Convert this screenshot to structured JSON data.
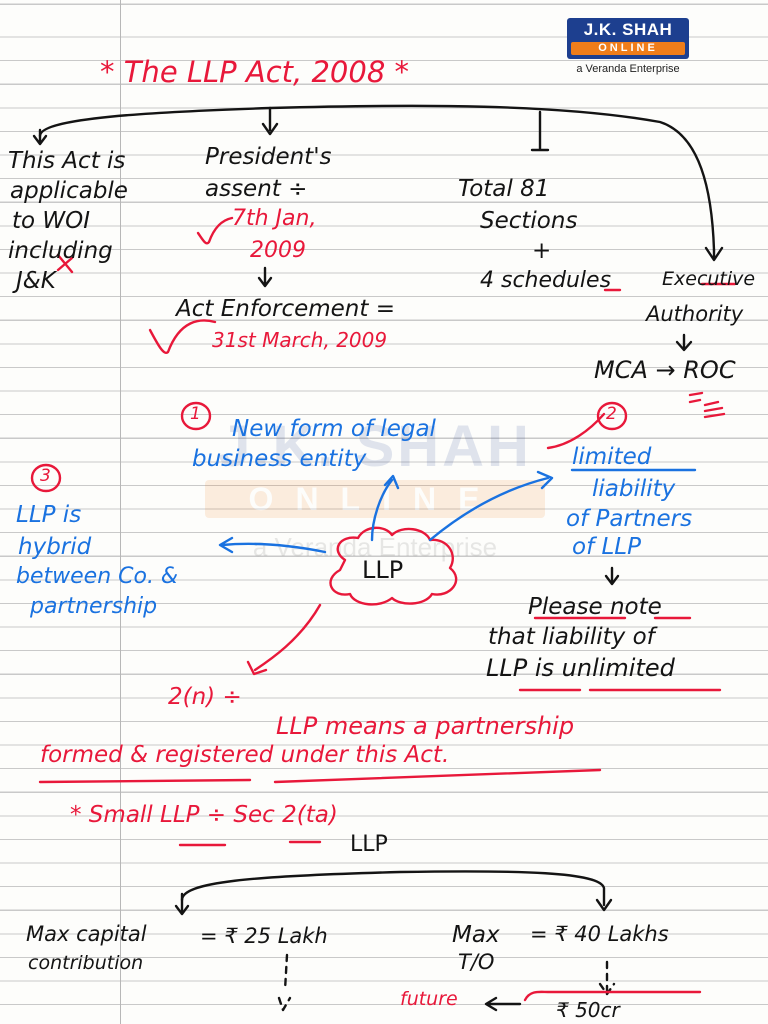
{
  "brand": {
    "logo_top": "J.K. SHAH",
    "logo_bottom": "ONLINE",
    "tagline": "a Veranda Enterprise"
  },
  "colors": {
    "ink_black": "#141414",
    "ink_red": "#e8183a",
    "ink_blue": "#1a72e0",
    "logo_blue": "#1d3f8f",
    "logo_orange": "#ef7d1a"
  },
  "notes": {
    "title": "* The LLP Act, 2008 *",
    "applicable": [
      "This Act is",
      "applicable",
      "to WOI",
      "including",
      "J&K"
    ],
    "assent": [
      "President's",
      "assent ÷"
    ],
    "assent_date": [
      "7th Jan,",
      "2009"
    ],
    "enforcement_label": "Act Enforcement =",
    "enforcement_date": "31st March, 2009",
    "sections": [
      "Total 81",
      "Sections",
      "+",
      "4 schedules"
    ],
    "authority": [
      "Executive",
      "Authority"
    ],
    "mca": "MCA → ROC",
    "point1_num": "1",
    "point1": [
      "New form of legal",
      "business entity"
    ],
    "point2_num": "2",
    "point2": [
      "limited",
      "liability",
      "of Partners",
      "of LLP"
    ],
    "point3_num": "3",
    "point3": [
      "LLP is",
      "hybrid",
      "between Co. &",
      "partnership"
    ],
    "center": "LLP",
    "note": [
      "Please note",
      "that liability of",
      "LLP is unlimited"
    ],
    "def_label": "2(n) ÷",
    "def_text": [
      "LLP means a partnership",
      "formed & registered under this Act."
    ],
    "small_llp": "* Small LLP ÷ Sec 2(ta)",
    "small_llp_sub": "LLP",
    "max_capital": [
      "Max capital",
      "contribution"
    ],
    "capital_value": "= ₹ 25 Lakh",
    "max_to": [
      "Max",
      "T/O"
    ],
    "to_value": "= ₹ 40 Lakhs",
    "future_label": "future",
    "future_value": "₹ 50cr"
  }
}
